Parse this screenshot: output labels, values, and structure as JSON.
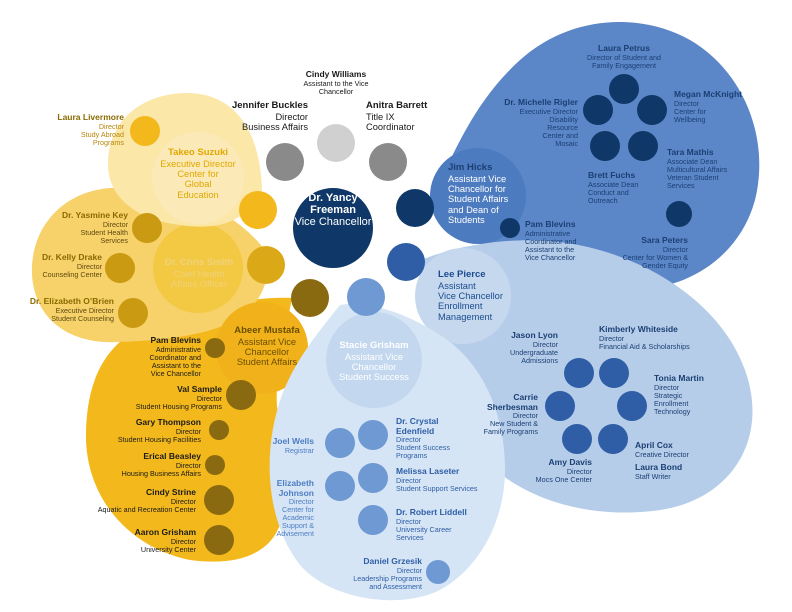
{
  "colors": {
    "navy": "#0f3868",
    "blue_dark": "#1b4c8f",
    "blue_mid": "#4e7cc3",
    "blue_light": "#b6cdea",
    "blue_pale": "#d5e5f5",
    "gold": "#f3b81c",
    "gold_light": "#f7d169",
    "gold_pale": "#fbe7a8",
    "bronze": "#8a6a10",
    "gray": "#8a8a8a",
    "gray_light": "#d0d0d0"
  },
  "center": {
    "name": "Dr. Yancy Freeman",
    "title": "Vice Chancellor"
  },
  "top": {
    "cindy_williams": {
      "name": "Cindy Williams",
      "role": "Assistant to the Vice Chancellor"
    },
    "jennifer_buckles": {
      "name": "Jennifer Buckles",
      "role": "Director\nBusiness Affairs"
    },
    "anitra_barrett": {
      "name": "Anitra Barrett",
      "role": "Title IX\nCoordinator"
    }
  },
  "study_abroad": {
    "name": "Laura Livermore",
    "role": "Director\nStudy Abroad\nPrograms"
  },
  "global_ed": {
    "name": "Takeo Suzuki",
    "role": "Executive Director\nCenter for\nGlobal\nEducation"
  },
  "health": {
    "head": {
      "name": "Dr. Chris Smith",
      "role": "Chief Health\nAffairs Officer"
    },
    "reports": [
      {
        "name": "Dr. Yasmine Key",
        "role": "Director\nStudent Health\nServices"
      },
      {
        "name": "Dr. Kelly Drake",
        "role": "Director\nCounseling Center"
      },
      {
        "name": "Dr. Elizabeth O’Brien",
        "role": "Executive Director\nStudent Counseling"
      }
    ]
  },
  "student_affairs": {
    "head": {
      "name": "Abeer Mustafa",
      "role": "Assistant Vice\nChancellor\nStudent Affairs"
    },
    "reports": [
      {
        "name": "Pam Blevins",
        "role": "Administrative\nCoordinator and\nAssistant to the\nVice Chancellor"
      },
      {
        "name": "Val Sample",
        "role": "Director\nStudent Housing Programs"
      },
      {
        "name": "Gary Thompson",
        "role": "Director\nStudent Housing Facilities"
      },
      {
        "name": "Erical Beasley",
        "role": "Director\nHousing Business Affairs"
      },
      {
        "name": "Cindy Strine",
        "role": "Director\nAquatic and Recreation Center"
      },
      {
        "name": "Aaron Grisham",
        "role": "Director\nUniversity Center"
      }
    ]
  },
  "dean_students": {
    "head": {
      "name": "Jim Hicks",
      "role": "Assistant Vice\nChancellor for\nStudent Affairs\nand Dean of\nStudents"
    },
    "pam": {
      "name": "Pam Blevins",
      "role": "Administrative\nCoordinator and\nAssistant to the\nVice Chancellor"
    },
    "reports": [
      {
        "name": "Laura Petrus",
        "role": "Director of Student and\nFamily Engagement"
      },
      {
        "name": "Dr. Michelle Rigler",
        "role": "Executive Director\nDisability\nResource\nCenter and\nMosaic"
      },
      {
        "name": "Megan McKnight",
        "role": "Director\nCenter for\nWellbeing"
      },
      {
        "name": "Tara Mathis",
        "role": "Associate Dean\nMulticultural Affairs\nVeteran Student\nServices"
      },
      {
        "name": "Brett Fuchs",
        "role": "Associate Dean\nConduct and\nOutreach"
      },
      {
        "name": "Sara Peters",
        "role": "Director\nCenter for Women &\nGender Equity"
      }
    ]
  },
  "enrollment": {
    "head": {
      "name": "Lee Pierce",
      "role": "Assistant\nVice Chancellor\nEnrollment\nManagement"
    },
    "reports": [
      {
        "name": "Jason Lyon",
        "role": "Director\nUndergraduate\nAdmissions"
      },
      {
        "name": "Kimberly Whiteside",
        "role": "Director\nFinancial Aid & Scholarships"
      },
      {
        "name": "Tonia Martin",
        "role": "Director\nStrategic\nEnrollment\nTechnology"
      },
      {
        "name": "Carrie Sherbesman",
        "role": "Director\nNew Student &\nFamily Programs"
      },
      {
        "name": "April Cox",
        "role": "Creative Director"
      },
      {
        "name": "Laura Bond",
        "role": "Staff Writer"
      },
      {
        "name": "Amy Davis",
        "role": "Director\nMocs One Center"
      }
    ]
  },
  "student_success": {
    "head": {
      "name": "Stacie Grisham",
      "role": "Assistant Vice\nChancellor\nStudent Success"
    },
    "reports": [
      {
        "name": "Joel Wells",
        "role": "Registrar"
      },
      {
        "name": "Dr. Crystal Edenfield",
        "role": "Director\nStudent Success\nPrograms"
      },
      {
        "name": "Elizabeth Johnson",
        "role": "Director\nCenter for\nAcademic\nSupport &\nAdvisement"
      },
      {
        "name": "Melissa Laseter",
        "role": "Director\nStudent Support Services"
      },
      {
        "name": "Dr. Robert Liddell",
        "role": "Director\nUniversity Career\nServices"
      },
      {
        "name": "Daniel Grzesik",
        "role": "Director\nLeadership Programs\nand Assessment"
      }
    ]
  }
}
